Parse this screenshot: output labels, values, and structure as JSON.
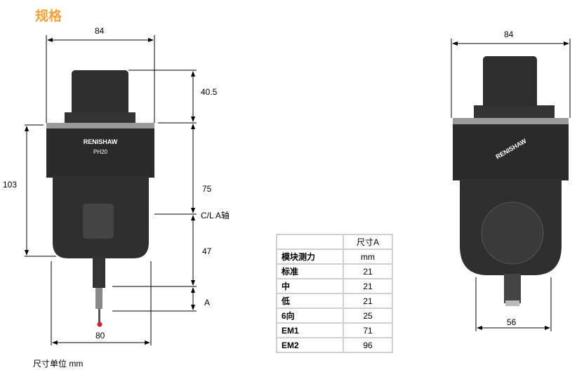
{
  "title": "规格",
  "left_view": {
    "width_top": "84",
    "height_top": "40.5",
    "height_body": "103",
    "height_mid": "75",
    "axis_label": "C/L A轴",
    "height_lower": "47",
    "dim_a": "A",
    "width_bottom": "80",
    "brand": "RENISHAW",
    "model": "PH20"
  },
  "right_view": {
    "width_top": "84",
    "width_bottom": "56",
    "brand": "RENISHAW"
  },
  "units_note": "尺寸单位 mm",
  "table": {
    "header": [
      "",
      "尺寸A"
    ],
    "rows": [
      [
        "模块测力",
        "mm"
      ],
      [
        "标准",
        "21"
      ],
      [
        "中",
        "21"
      ],
      [
        "低",
        "21"
      ],
      [
        "6向",
        "25"
      ],
      [
        "EM1",
        "71"
      ],
      [
        "EM2",
        "96"
      ]
    ]
  },
  "colors": {
    "title": "#f7a13a",
    "device": "#2a2a2a",
    "band": "#9a9a9a",
    "tip": "#d0202a"
  }
}
